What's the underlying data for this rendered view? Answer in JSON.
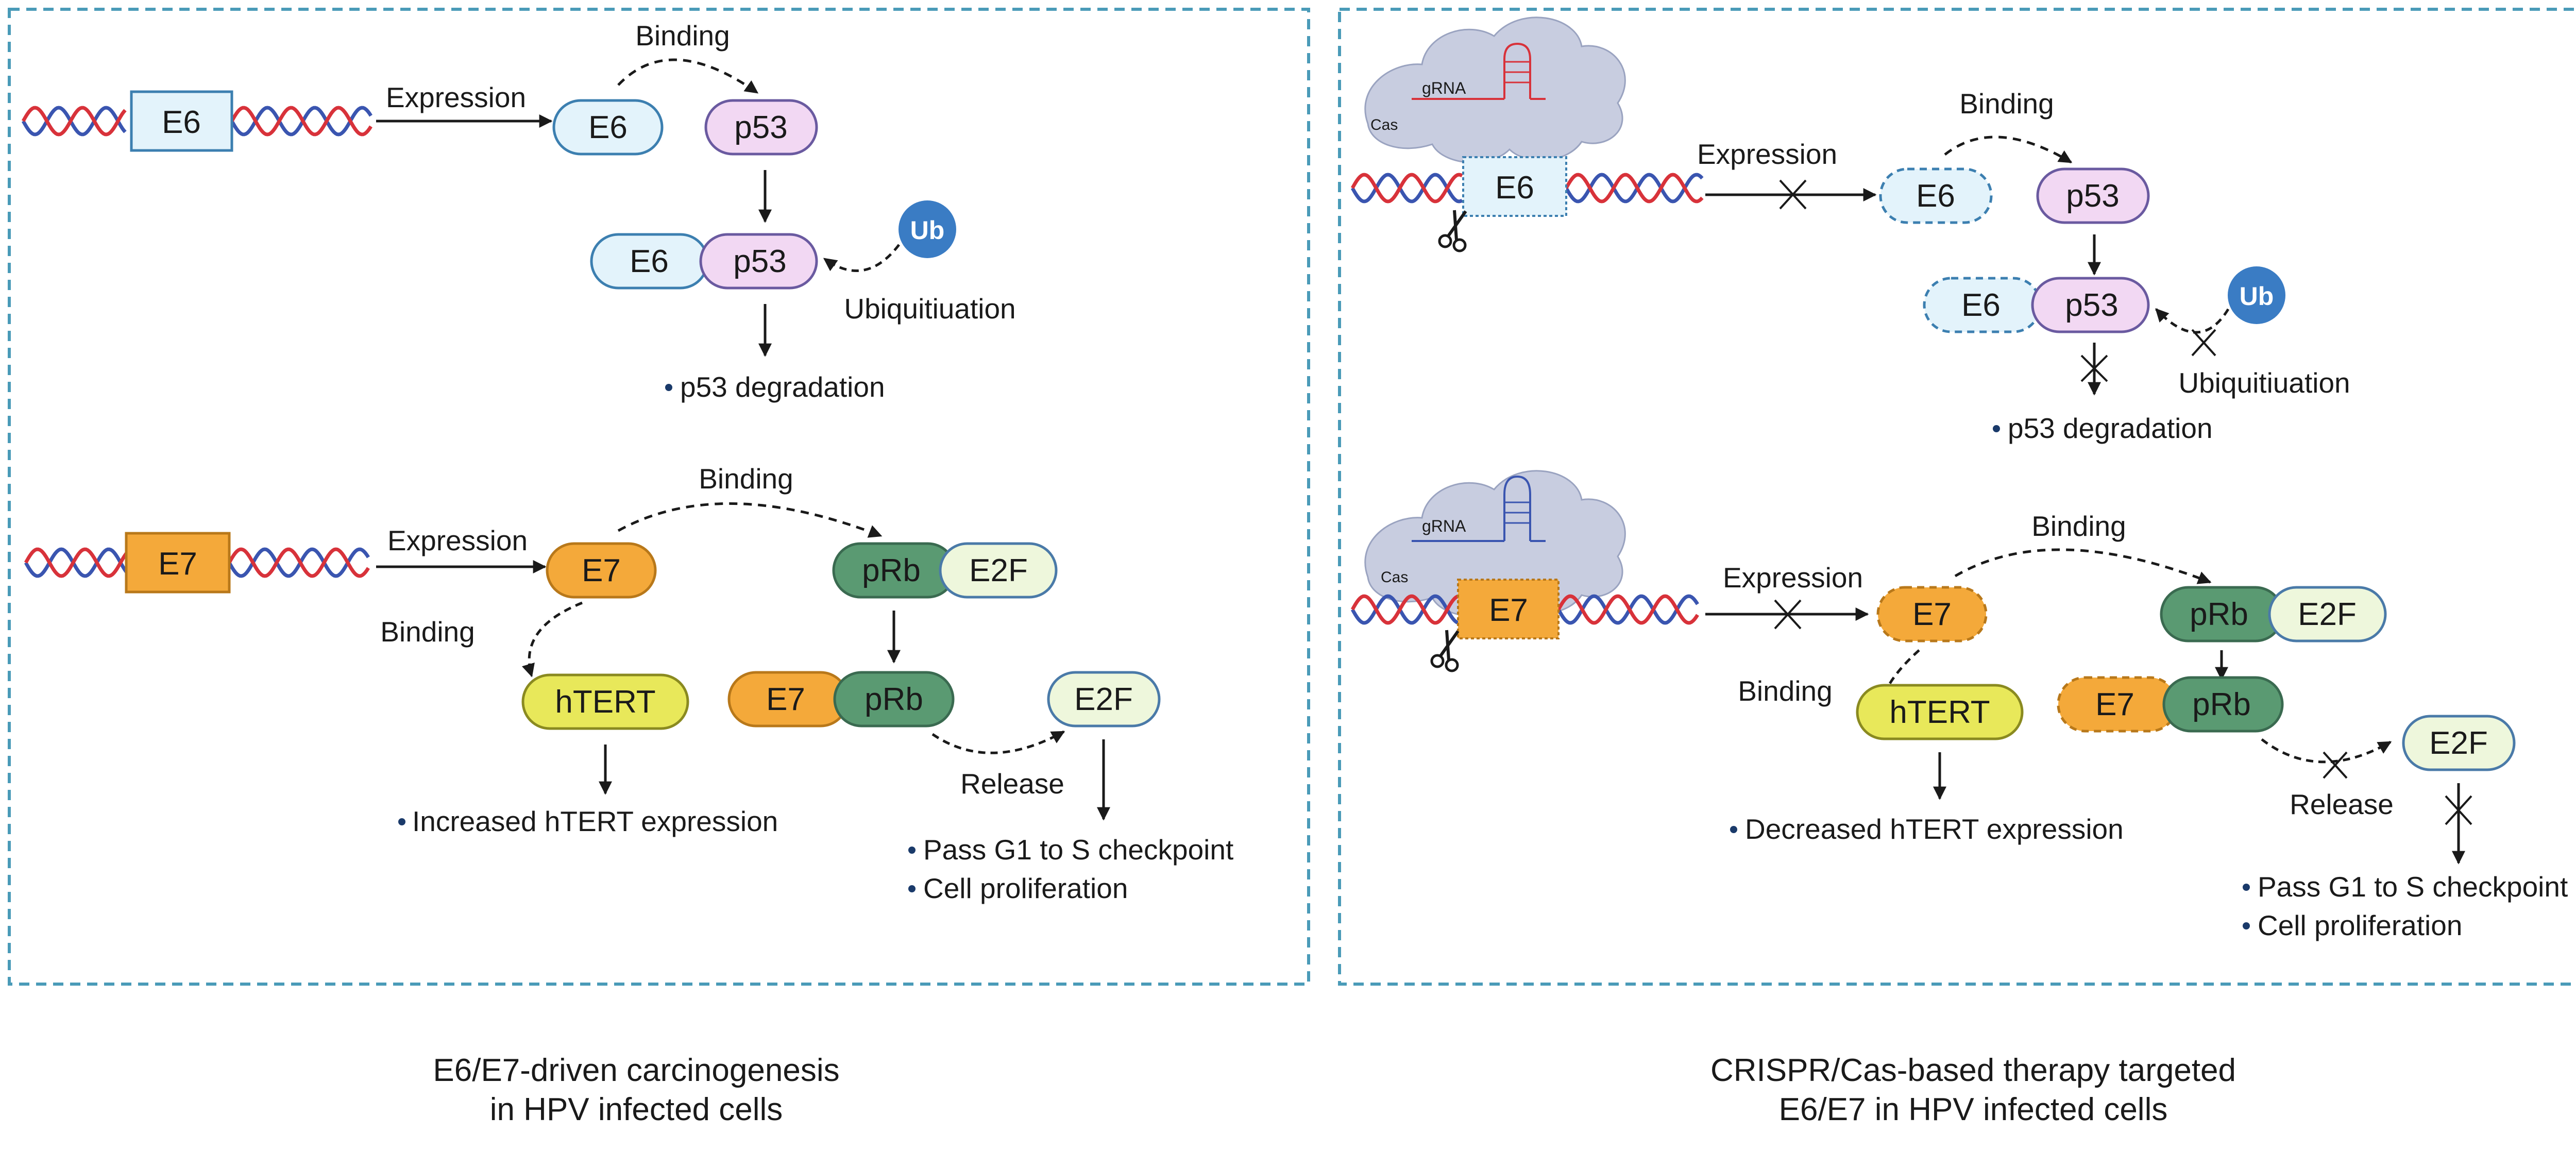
{
  "colors": {
    "panel_border": "#4a9bb8",
    "dna_red": "#d8323a",
    "dna_blue": "#3a55b0",
    "e6_fill": "#e3f3fb",
    "e6_stroke": "#3c7fb0",
    "p53_fill": "#f2d8f3",
    "p53_stroke": "#6a5aa0",
    "e7_fill": "#f4a93a",
    "e7_stroke": "#b8781a",
    "prb_fill": "#5a9a72",
    "prb_stroke": "#3a6a50",
    "e2f_fill": "#eef7dc",
    "e2f_stroke": "#4a7aa8",
    "htert_fill": "#e8e85a",
    "htert_stroke": "#8a8a20",
    "ub_fill": "#3a7cc4",
    "cas_fill": "#c8cde0"
  },
  "icons": [
    "dna-helix-icon",
    "cas-protein-icon",
    "grna-hairpin-icon",
    "scissors-icon",
    "ubiquitin-icon",
    "block-cross-icon"
  ],
  "left_panel": {
    "e6_gene": "E6",
    "e6_expression": "Expression",
    "e6_protein": "E6",
    "e6_binding": "Binding",
    "p53": "p53",
    "complex_e6": "E6",
    "complex_p53": "p53",
    "ub": "Ub",
    "ubiquitination": "Ubiquitiuation",
    "p53_degradation": "p53 degradation",
    "e7_gene": "E7",
    "e7_expression": "Expression",
    "e7_protein": "E7",
    "e7_binding_top": "Binding",
    "prb": "pRb",
    "e2f": "E2F",
    "e7_binding_left": "Binding",
    "htert": "hTERT",
    "complex_e7": "E7",
    "complex_prb": "pRb",
    "e2f_released": "E2F",
    "release": "Release",
    "increased_htert": "Increased hTERT expression",
    "pass_g1_s": "Pass G1 to S checkpoint",
    "cell_proliferation": "Cell proliferation"
  },
  "right_panel": {
    "grna_top": "gRNA",
    "cas_top": "Cas",
    "e6_gene": "E6",
    "e6_expression": "Expression",
    "e6_protein": "E6",
    "e6_binding": "Binding",
    "p53": "p53",
    "complex_e6": "E6",
    "complex_p53": "p53",
    "ub": "Ub",
    "ubiquitination": "Ubiquitiuation",
    "p53_degradation": "p53 degradation",
    "grna_bottom": "gRNA",
    "cas_bottom": "Cas",
    "e7_gene": "E7",
    "e7_expression": "Expression",
    "e7_protein": "E7",
    "e7_binding_top": "Binding",
    "prb": "pRb",
    "e2f": "E2F",
    "e7_binding_left": "Binding",
    "htert": "hTERT",
    "complex_e7": "E7",
    "complex_prb": "pRb",
    "e2f_released": "E2F",
    "release": "Release",
    "decreased_htert": "Decreased hTERT expression",
    "pass_g1_s": "Pass G1 to S checkpoint",
    "cell_proliferation": "Cell proliferation"
  },
  "captions": {
    "left_line1": "E6/E7-driven carcinogenesis",
    "left_line2": "in HPV infected cells",
    "right_line1": "CRISPR/Cas-based therapy targeted",
    "right_line2": "E6/E7 in HPV infected cells"
  }
}
